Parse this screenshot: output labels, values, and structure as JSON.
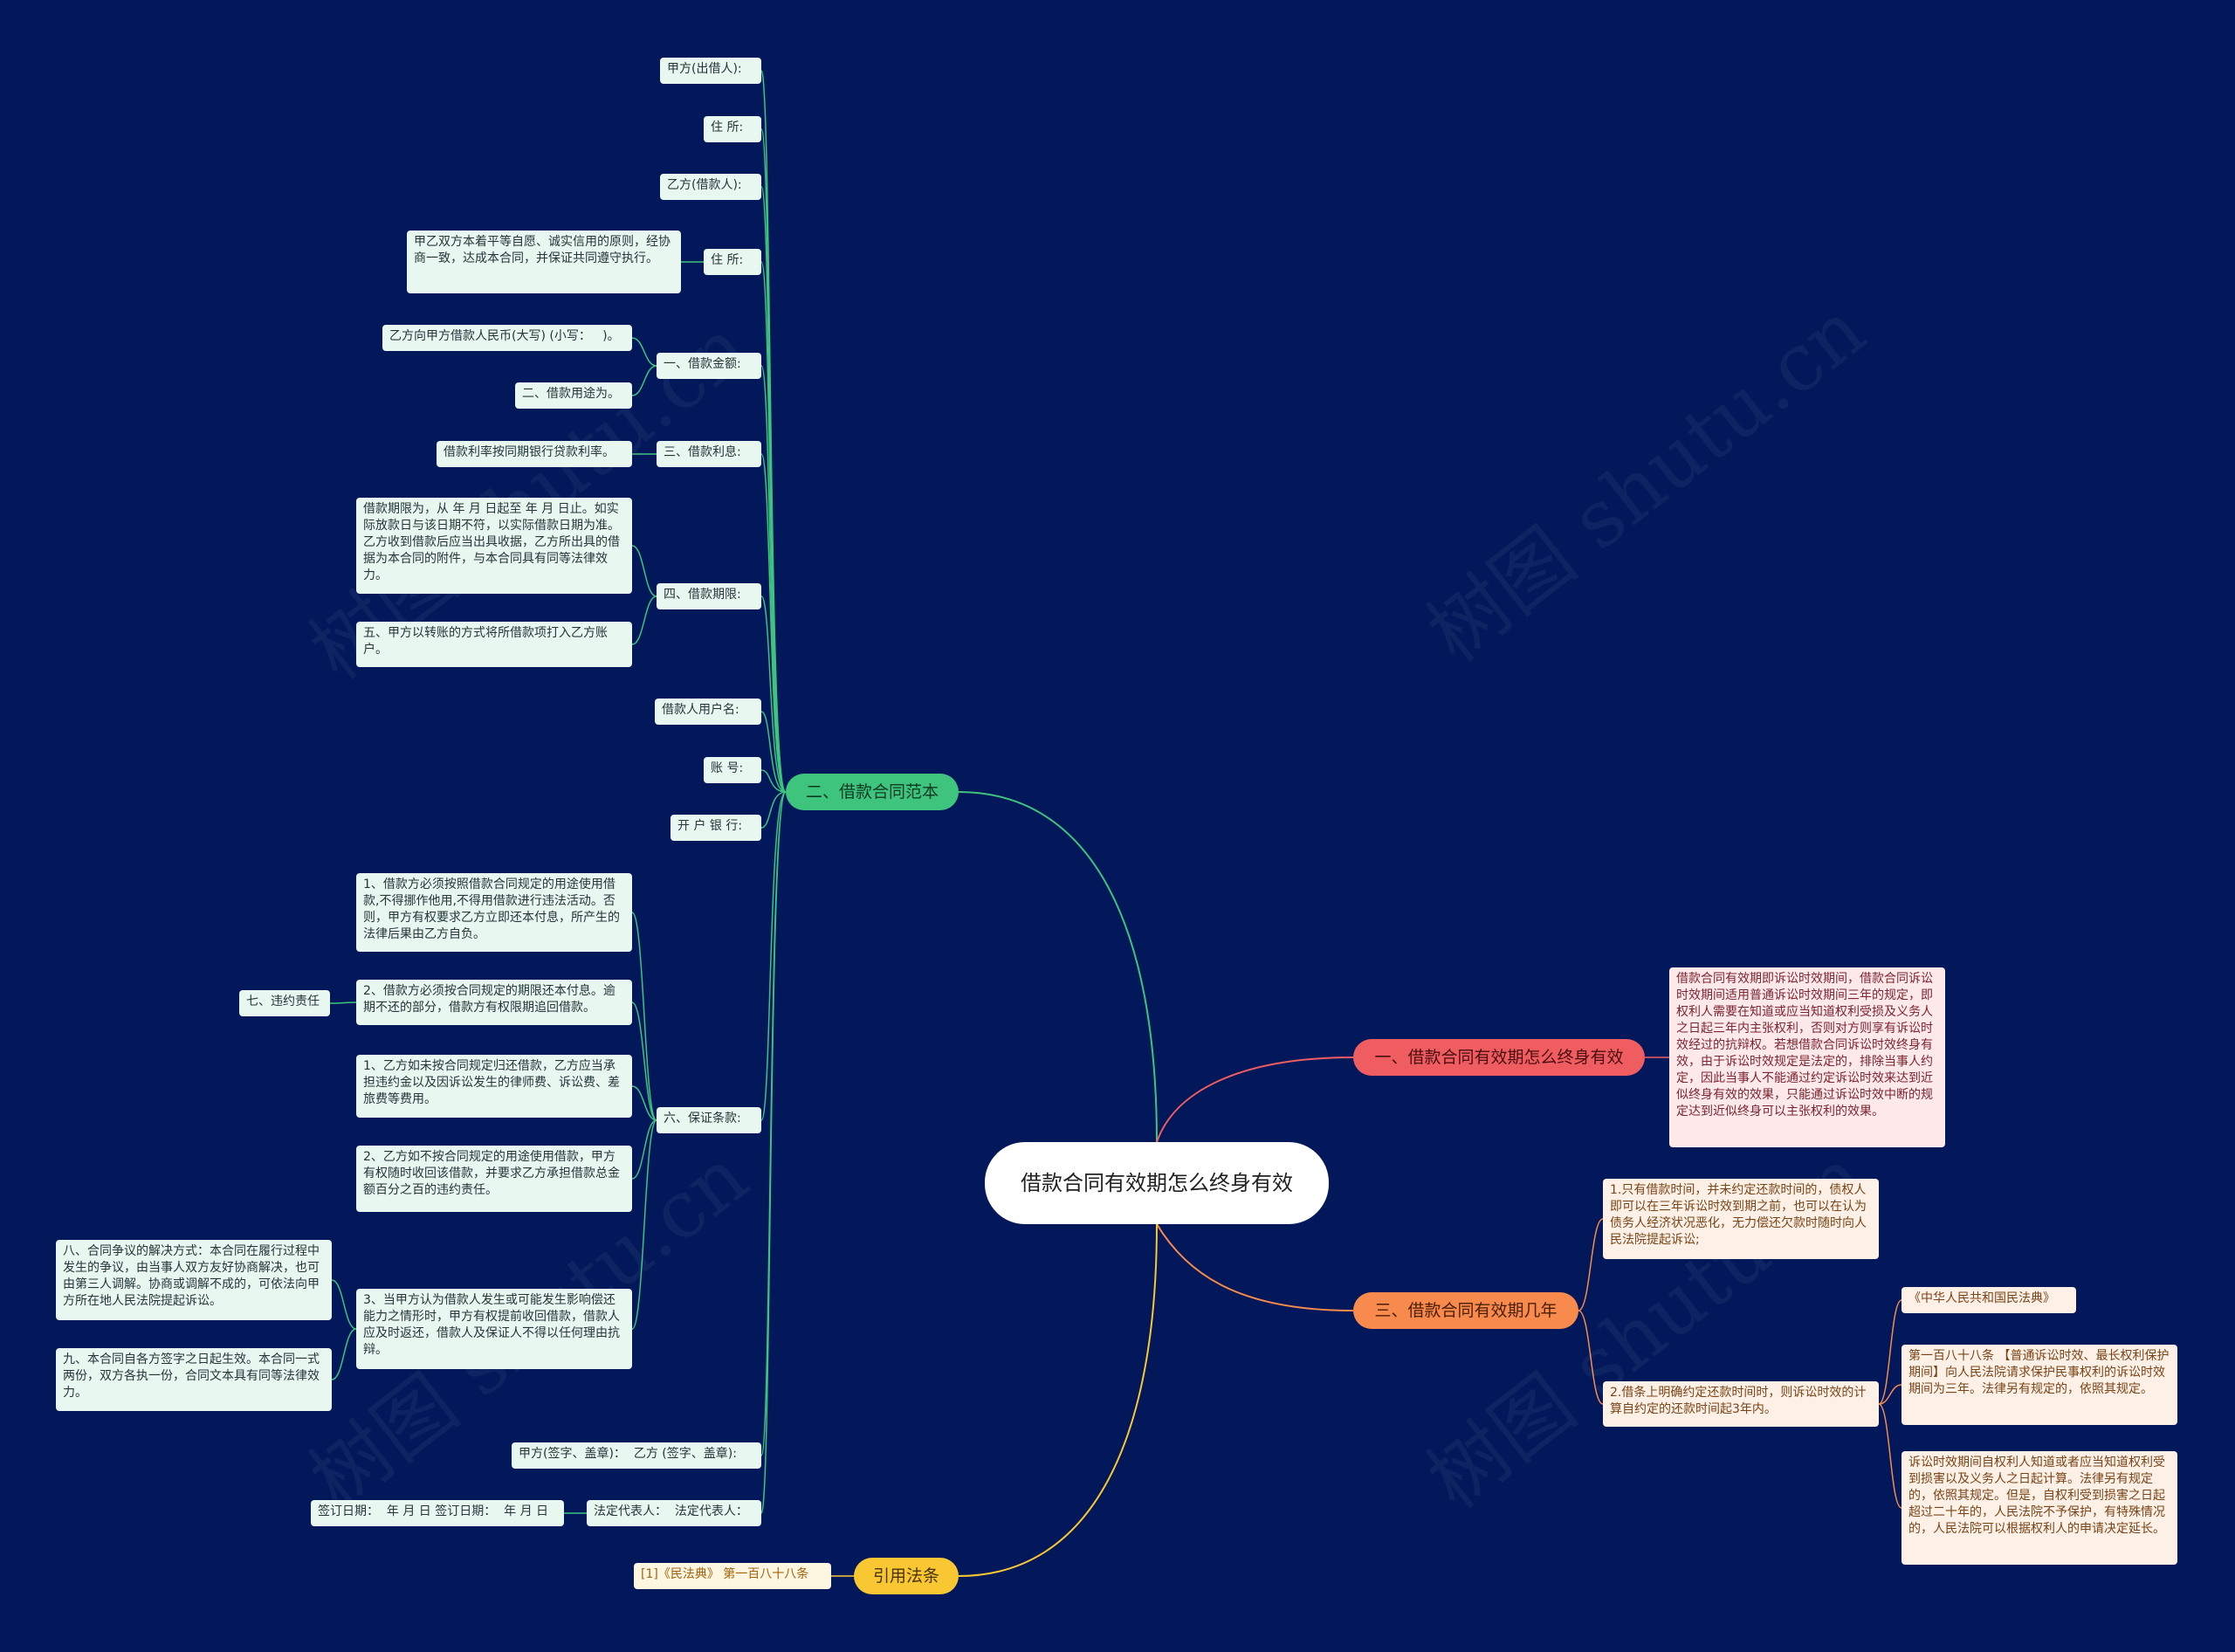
{
  "center": "借款合同有效期怎么终身有效",
  "watermark": "树图 shutu.cn",
  "colors": {
    "background": "#02185a",
    "green": "#3ec47d",
    "red": "#f05d61",
    "orange": "#f78a4c",
    "yellow": "#f9c732"
  },
  "branches": {
    "sample": "二、借款合同范本",
    "lifetime": "一、借款合同有效期怎么终身有效",
    "years": "三、借款合同有效期几年",
    "law": "引用法条"
  },
  "sample": {
    "party_a": "甲方(出借人):",
    "address_1": "住 所:",
    "party_b": "乙方(借款人):",
    "address_2": "住 所:",
    "address_2_child": "甲乙双方本着平等自愿、诚实信用的原则，经协商一致，达成本合同，并保证共同遵守执行。",
    "amount": "一、借款金额:",
    "amount_child_1": "乙方向甲方借款人民币(大写) (小写：   )。",
    "amount_child_2": "二、借款用途为。",
    "interest": "三、借款利息:",
    "interest_child": "借款利率按同期银行贷款利率。",
    "term": "四、借款期限:",
    "term_child_1": "借款期限为，从 年 月 日起至 年 月 日止。如实际放款日与该日期不符，以实际借款日期为准。乙方收到借款后应当出具收据，乙方所出具的借据为本合同的附件，与本合同具有同等法律效力。",
    "term_child_2": "五、甲方以转账的方式将所借款项打入乙方账户。",
    "account_name": "借款人用户名:",
    "account_no": "账 号:",
    "bank": "开 户 银 行:",
    "guarantee": "六、保证条款:",
    "guarantee_child_1": "1、借款方必须按照借款合同规定的用途使用借款,不得挪作他用,不得用借款进行违法活动。否则，甲方有权要求乙方立即还本付息，所产生的法律后果由乙方自负。",
    "guarantee_child_2": "2、借款方必须按合同规定的期限还本付息。逾期不还的部分，借款方有权限期追回借款。",
    "guarantee_child_2_child": "七、违约责任",
    "guarantee_child_3": "1、乙方如未按合同规定归还借款，乙方应当承担违约金以及因诉讼发生的律师费、诉讼费、差旅费等费用。",
    "guarantee_child_4": "2、乙方如不按合同规定的用途使用借款，甲方有权随时收回该借款，并要求乙方承担借款总金额百分之百的违约责任。",
    "guarantee_child_5": "3、当甲方认为借款人发生或可能发生影响偿还能力之情形时，甲方有权提前收回借款，借款人应及时返还，借款人及保证人不得以任何理由抗辩。",
    "guarantee_child_5_child_1": "八、合同争议的解决方式：本合同在履行过程中发生的争议，由当事人双方友好协商解决，也可由第三人调解。协商或调解不成的，可依法向甲方所在地人民法院提起诉讼。",
    "guarantee_child_5_child_2": "九、本合同自各方签字之日起生效。本合同一式两份，双方各执一份，合同文本具有同等法律效力。",
    "sign": "甲方(签字、盖章)：  乙方 (签字、盖章):",
    "rep": "法定代表人：  法定代表人：",
    "rep_child": "签订日期：  年 月 日 签订日期：  年 月 日"
  },
  "lifetime": {
    "text": "借款合同有效期即诉讼时效期间，借款合同诉讼时效期间适用普通诉讼时效期间三年的规定，即权利人需要在知道或应当知道权利受损及义务人之日起三年内主张权利，否则对方则享有诉讼时效经过的抗辩权。若想借款合同诉讼时效终身有效，由于诉讼时效规定是法定的，排除当事人约定，因此当事人不能通过约定诉讼时效来达到近似终身有效的效果，只能通过诉讼时效中断的规定达到近似终身可以主张权利的效果。"
  },
  "years": {
    "item_1": "1.只有借款时间，并未约定还款时间的，债权人即可以在三年诉讼时效到期之前，也可以在认为债务人经济状况恶化，无力偿还欠款时随时向人民法院提起诉讼;",
    "item_2": "2.借条上明确约定还款时间时，则诉讼时效的计算自约定的还款时间起3年内。",
    "item_2_child_1": "《中华人民共和国民法典》",
    "item_2_child_2": "第一百八十八条 【普通诉讼时效、最长权利保护期间】向人民法院请求保护民事权利的诉讼时效期间为三年。法律另有规定的，依照其规定。",
    "item_2_child_3": "诉讼时效期间自权利人知道或者应当知道权利受到损害以及义务人之日起计算。法律另有规定的，依照其规定。但是，自权利受到损害之日起超过二十年的，人民法院不予保护，有特殊情况的，人民法院可以根据权利人的申请决定延长。"
  },
  "law": {
    "ref": "[1]《民法典》 第一百八十八条"
  }
}
